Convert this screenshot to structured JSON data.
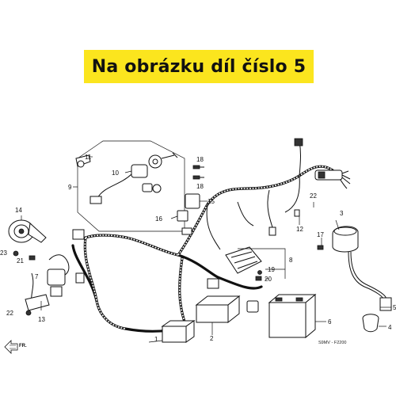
{
  "banner": {
    "text": "Na obrázku díl číslo 5",
    "color": "#fbe51e"
  },
  "diagram": {
    "code": "S9MV - F2200",
    "direction": "FR.",
    "callouts": [
      "1",
      "2",
      "3",
      "4",
      "5",
      "6",
      "7",
      "8",
      "9",
      "10",
      "11",
      "12",
      "13",
      "14",
      "15",
      "16",
      "17",
      "18",
      "18",
      "19",
      "20",
      "21",
      "22",
      "22",
      "23"
    ]
  }
}
